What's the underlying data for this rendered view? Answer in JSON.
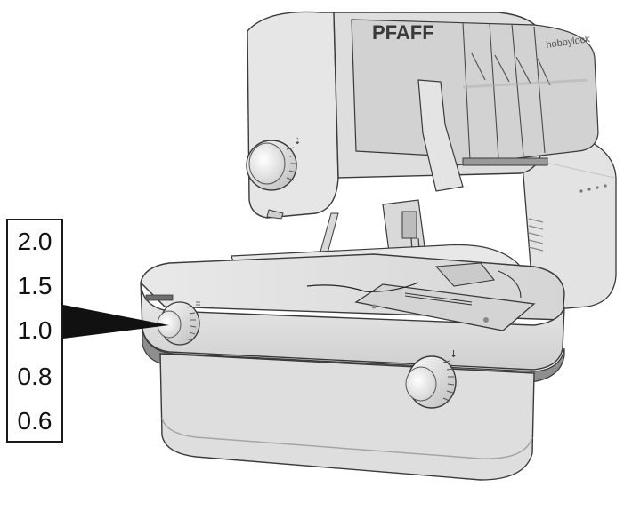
{
  "brand": "PFAFF",
  "model_label": "hobbylock",
  "scale_values": [
    "2.0",
    "1.5",
    "1.0",
    "0.8",
    "0.6"
  ],
  "colors": {
    "body_light": "#f1f1f1",
    "body_mid": "#dcdcdc",
    "body_dark": "#b9b9b9",
    "outline": "#3a3a3a",
    "pointer": "#111111"
  }
}
